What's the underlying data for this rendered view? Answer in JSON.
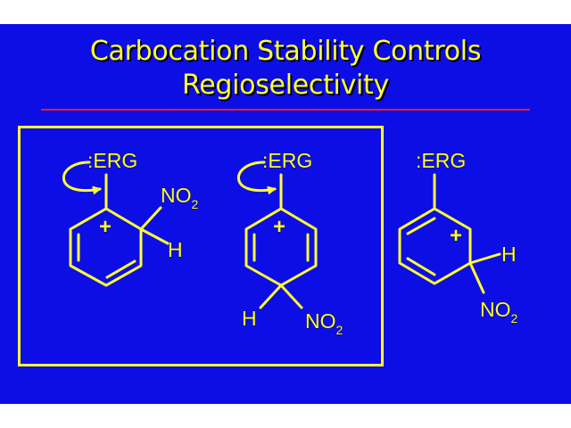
{
  "title": {
    "line1": "Carbocation Stability Controls",
    "line2": "Regioselectivity"
  },
  "structures": [
    {
      "substituent": ":ERG",
      "charge": "+",
      "nitro_main": "NO",
      "nitro_sub": "2",
      "hydrogen": "H",
      "arrow": true
    },
    {
      "substituent": ":ERG",
      "charge": "+",
      "nitro_main": "NO",
      "nitro_sub": "2",
      "hydrogen": "H",
      "arrow": true
    },
    {
      "substituent": ":ERG",
      "charge": "+",
      "nitro_main": "NO",
      "nitro_sub": "2",
      "hydrogen": "H",
      "arrow": false
    }
  ],
  "colors": {
    "background": "#0d0ee6",
    "text": "#ffff33",
    "rule": "#e81e1e"
  }
}
